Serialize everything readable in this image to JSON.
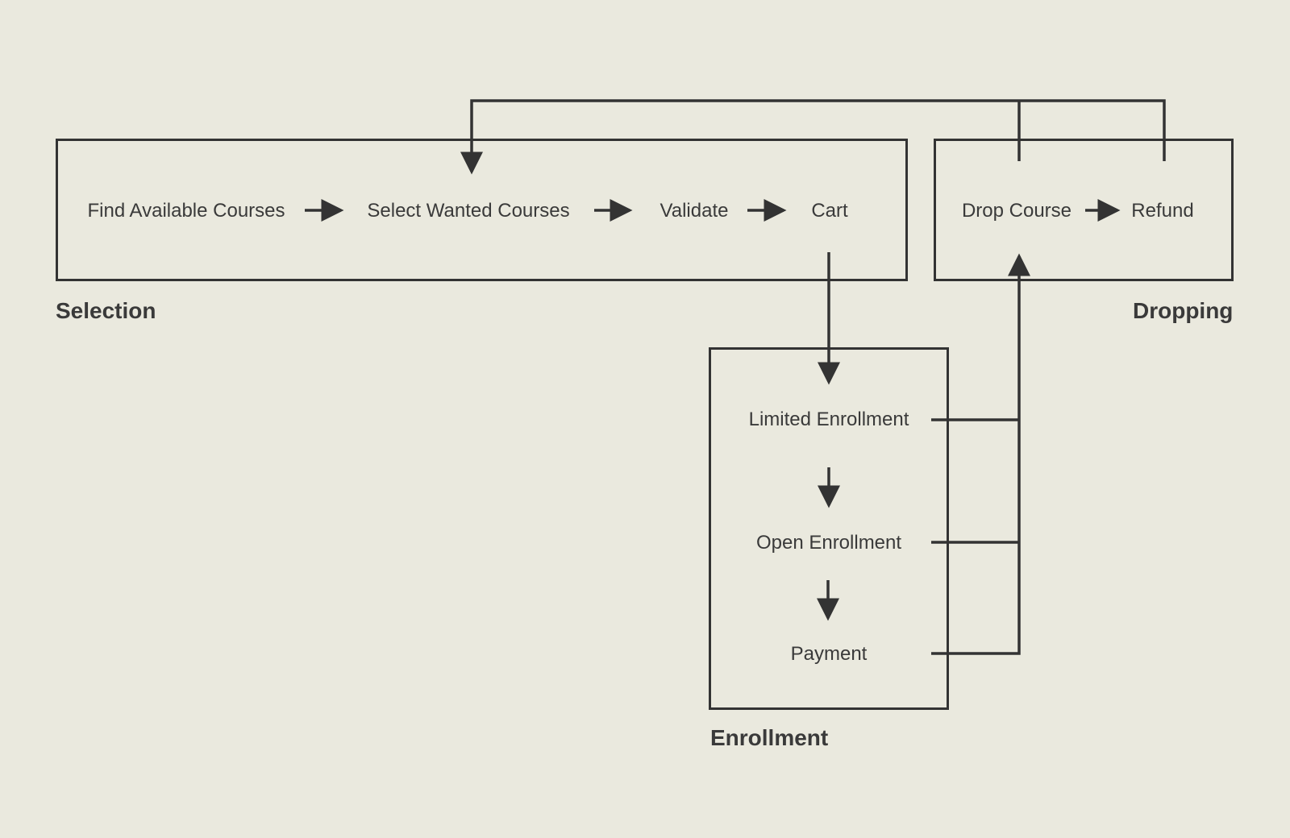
{
  "colors": {
    "background": "#EAE9DE",
    "stroke": "#333333",
    "text": "#3a3a3a"
  },
  "groups": {
    "selection": {
      "label": "Selection",
      "steps": [
        "Find Available Courses",
        "Select Wanted Courses",
        "Validate",
        "Cart"
      ]
    },
    "dropping": {
      "label": "Dropping",
      "steps": [
        "Drop Course",
        "Refund"
      ]
    },
    "enrollment": {
      "label": "Enrollment",
      "steps": [
        "Limited Enrollment",
        "Open Enrollment",
        "Payment"
      ]
    }
  }
}
